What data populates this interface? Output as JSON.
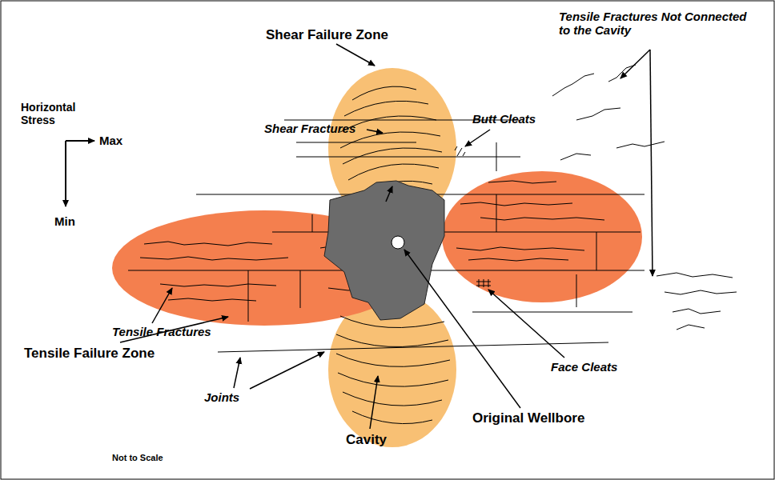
{
  "diagram": {
    "labels": [
      "Shear Failure Zone",
      "Shear Fractures",
      "Butt Cleats",
      "Tensile Fractures Not Connected to the Cavity",
      "Horizontal Stress",
      "Max",
      "Min",
      "Tensile Fractures",
      "Tensile Failure Zone",
      "Joints",
      "Cavity",
      "Original Wellbore",
      "Face Cleats",
      "Not to Scale"
    ]
  }
}
